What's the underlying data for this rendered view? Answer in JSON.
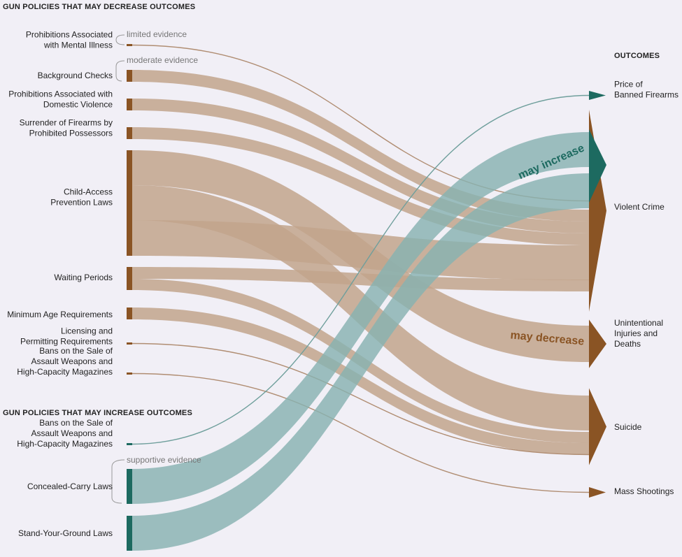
{
  "sections": {
    "decrease_heading": "GUN POLICIES THAT MAY DECREASE OUTCOMES",
    "increase_heading": "GUN POLICIES THAT MAY INCREASE OUTCOMES",
    "outcomes_heading": "OUTCOMES"
  },
  "evidence_levels": {
    "limited": "limited evidence",
    "moderate": "moderate evidence",
    "supportive": "supportive evidence"
  },
  "band_labels": {
    "increase": "may increase",
    "decrease": "may decrease"
  },
  "colors": {
    "decrease_dark": "#8a5424",
    "decrease_flow": "#c2a58c",
    "increase_dark": "#1d6a60",
    "increase_flow": "#88b2b1",
    "background": "#f1eff6"
  },
  "chart_data": {
    "type": "sankey",
    "sources": [
      {
        "id": "s1",
        "group": "decrease",
        "evidence": "limited",
        "label": [
          "Prohibitions Associated",
          "with Mental Illness"
        ]
      },
      {
        "id": "s2",
        "group": "decrease",
        "evidence": "moderate",
        "label": [
          "Background Checks"
        ]
      },
      {
        "id": "s3",
        "group": "decrease",
        "evidence": "moderate",
        "label": [
          "Prohibitions Associated with",
          "Domestic Violence"
        ]
      },
      {
        "id": "s4",
        "group": "decrease",
        "evidence": "moderate",
        "label": [
          "Surrender of Firearms by",
          "Prohibited Possessors"
        ]
      },
      {
        "id": "s5",
        "group": "decrease",
        "evidence": "moderate",
        "label": [
          "Child-Access",
          "Prevention Laws"
        ]
      },
      {
        "id": "s6",
        "group": "decrease",
        "evidence": "moderate",
        "label": [
          "Waiting Periods"
        ]
      },
      {
        "id": "s7",
        "group": "decrease",
        "evidence": "moderate",
        "label": [
          "Minimum Age Requirements"
        ]
      },
      {
        "id": "s8",
        "group": "decrease",
        "evidence": "limited",
        "label": [
          "Licensing and",
          "Permitting Requirements"
        ]
      },
      {
        "id": "s9",
        "group": "decrease",
        "evidence": "limited",
        "label": [
          "Bans on the Sale of",
          "Assault Weapons and",
          "High-Capacity Magazines"
        ]
      },
      {
        "id": "s10",
        "group": "increase",
        "evidence": "limited",
        "label": [
          "Bans on the Sale of",
          "Assault Weapons and",
          "High-Capacity Magazines"
        ]
      },
      {
        "id": "s11",
        "group": "increase",
        "evidence": "supportive",
        "label": [
          "Concealed-Carry Laws"
        ]
      },
      {
        "id": "s12",
        "group": "increase",
        "evidence": "supportive",
        "label": [
          "Stand-Your-Ground Laws"
        ]
      }
    ],
    "outcomes": [
      {
        "id": "o1",
        "label": [
          "Price of",
          "Banned Firearms"
        ]
      },
      {
        "id": "o2",
        "label": [
          "Violent Crime"
        ]
      },
      {
        "id": "o3",
        "label": [
          "Unintentional",
          "Injuries and",
          "Deaths"
        ]
      },
      {
        "id": "o4",
        "label": [
          "Suicide"
        ]
      },
      {
        "id": "o5",
        "label": [
          "Mass Shootings"
        ]
      }
    ],
    "flows": [
      {
        "source": "s1",
        "target": "o2",
        "direction": "decrease",
        "evidence": "limited"
      },
      {
        "source": "s2",
        "target": "o2",
        "direction": "decrease",
        "evidence": "moderate"
      },
      {
        "source": "s3",
        "target": "o2",
        "direction": "decrease",
        "evidence": "moderate"
      },
      {
        "source": "s4",
        "target": "o2",
        "direction": "decrease",
        "evidence": "moderate"
      },
      {
        "source": "s5",
        "target": "o3",
        "direction": "decrease",
        "evidence": "moderate"
      },
      {
        "source": "s5",
        "target": "o4",
        "direction": "decrease",
        "evidence": "moderate"
      },
      {
        "source": "s5",
        "target": "o2",
        "direction": "decrease",
        "evidence": "moderate"
      },
      {
        "source": "s6",
        "target": "o2",
        "direction": "decrease",
        "evidence": "moderate"
      },
      {
        "source": "s6",
        "target": "o4",
        "direction": "decrease",
        "evidence": "moderate"
      },
      {
        "source": "s7",
        "target": "o4",
        "direction": "decrease",
        "evidence": "moderate"
      },
      {
        "source": "s8",
        "target": "o4",
        "direction": "decrease",
        "evidence": "limited"
      },
      {
        "source": "s9",
        "target": "o5",
        "direction": "decrease",
        "evidence": "limited"
      },
      {
        "source": "s10",
        "target": "o1",
        "direction": "increase",
        "evidence": "limited"
      },
      {
        "source": "s11",
        "target": "o2",
        "direction": "increase",
        "evidence": "supportive"
      },
      {
        "source": "s12",
        "target": "o2",
        "direction": "increase",
        "evidence": "supportive"
      }
    ]
  }
}
